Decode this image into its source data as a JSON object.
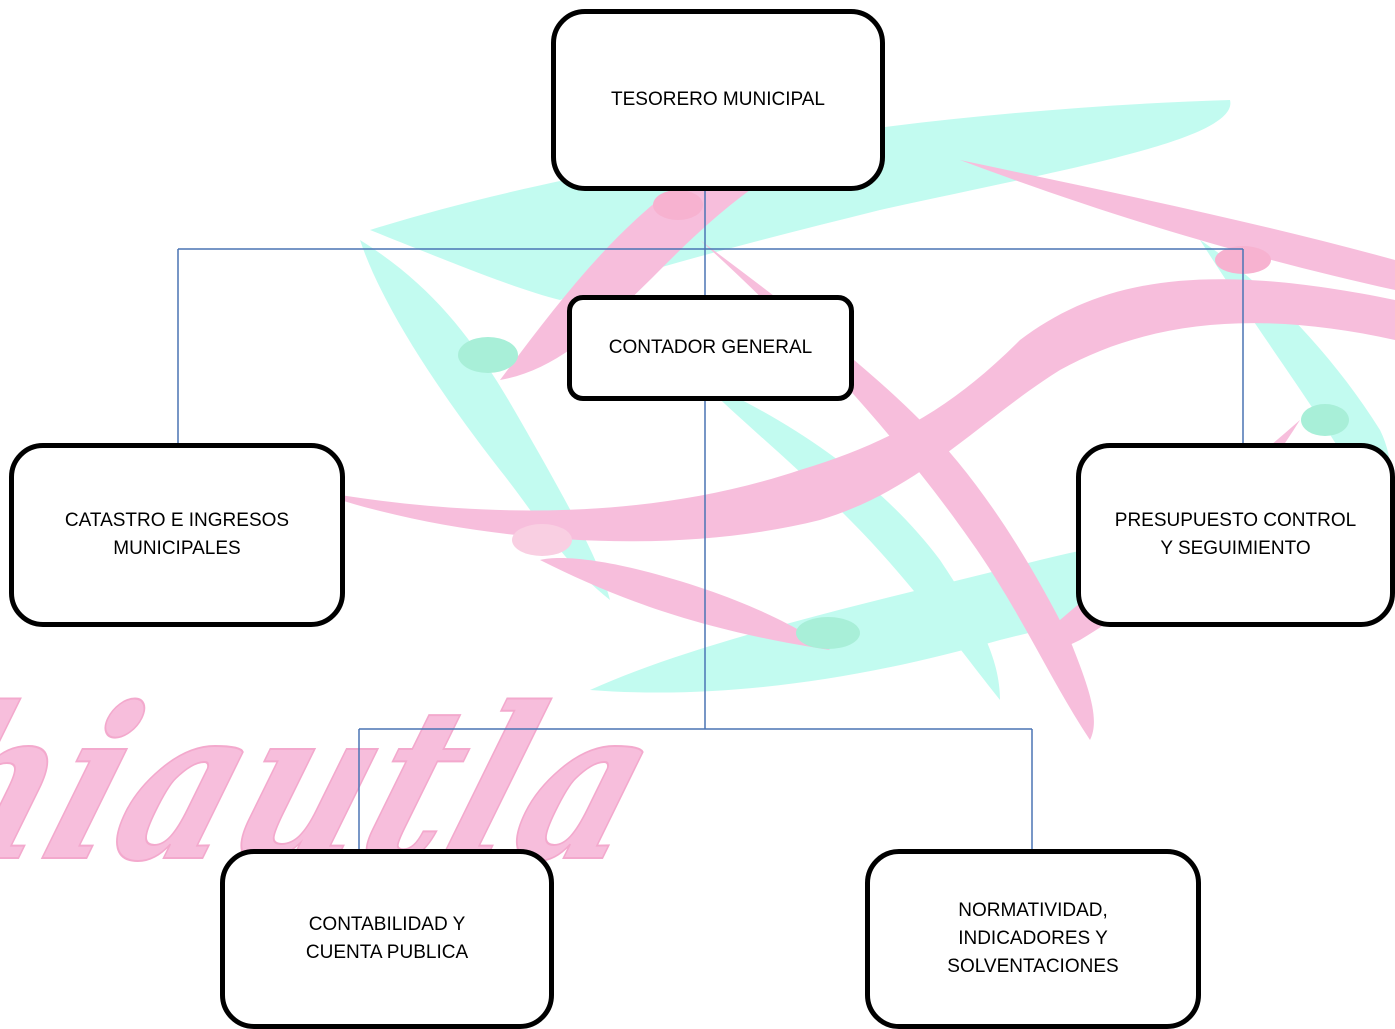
{
  "chart": {
    "nodes": {
      "tesorero": "TESORERO MUNICIPAL",
      "contador": "CONTADOR GENERAL",
      "catastro": "CATASTRO E INGRESOS\nMUNICIPALES",
      "presupuesto": "PRESUPUESTO CONTROL\nY SEGUIMIENTO",
      "contabilidad": "CONTABILIDAD Y\nCUENTA PUBLICA",
      "normatividad": "NORMATIVIDAD,\nINDICADORES Y\nSOLVENTACIONES"
    }
  },
  "watermark": {
    "text": "Chiautla"
  },
  "colors": {
    "line": "#4a74b4",
    "watermark_pink": "#f7bedc",
    "watermark_cyan": "#c2fbf0",
    "box_border": "#000000"
  }
}
